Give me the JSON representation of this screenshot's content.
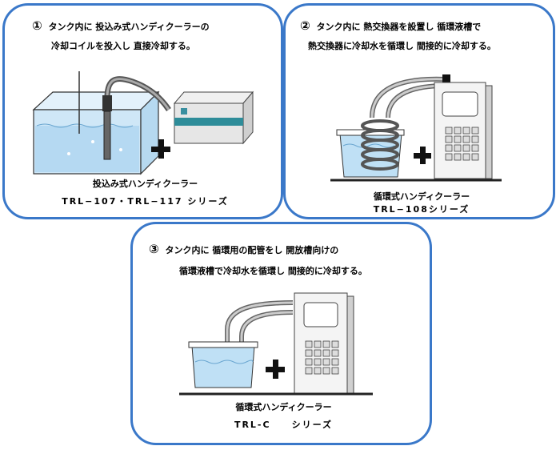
{
  "panel1": {
    "number": "①",
    "line1": "タンク内に 投込み式ハンディクーラーの",
    "line2": "冷却コイルを投入し 直接冷却する。",
    "caption": "投込み式ハンディクーラー",
    "series": "TRL−107・TRL−117 シリーズ"
  },
  "panel2": {
    "number": "②",
    "line1": "タンク内に 熱交換器を設置し 循環液槽で",
    "line2": "熱交換器に冷却水を循環し 間接的に冷却する。",
    "caption": "循環式ハンディクーラー",
    "series": "TRL−108シリーズ"
  },
  "panel3": {
    "number": "③",
    "line1": "タンク内に 循環用の配管をし 開放槽向けの",
    "line2": "循環液槽で冷却水を循環し 間接的に冷却する。",
    "caption": "循環式ハンディクーラー",
    "series": "TRL-C　　シリーズ"
  },
  "colors": {
    "border": "#3a78c9",
    "water": "#bfe0f5",
    "device_band": "#2e8c99"
  },
  "icons": [
    "plus-icon",
    "tank-icon",
    "cooler-unit-icon",
    "circulator-icon"
  ]
}
